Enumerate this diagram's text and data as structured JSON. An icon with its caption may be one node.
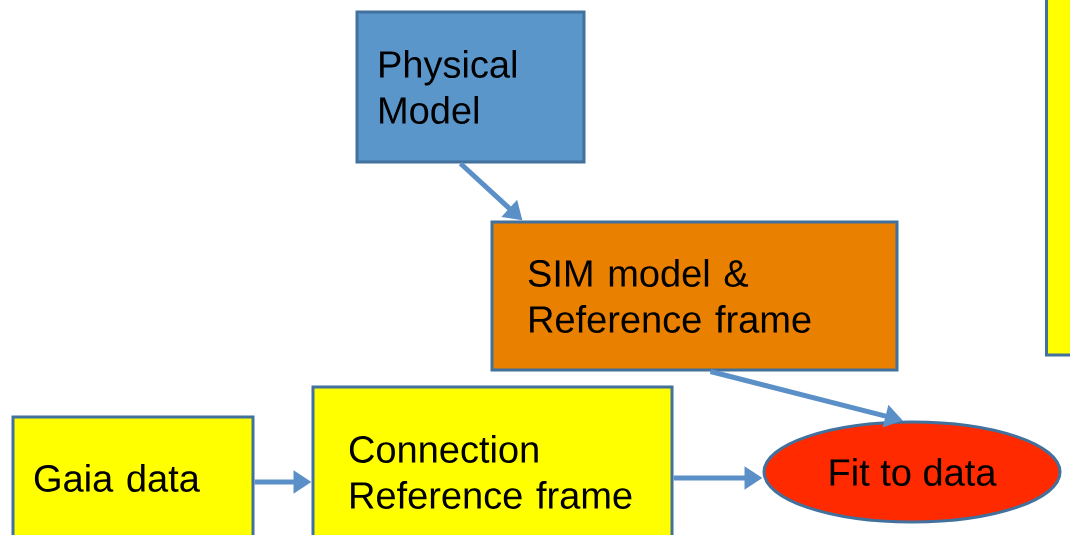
{
  "diagram": {
    "nodes": [
      {
        "text": [
          "Physical Model"
        ]
      },
      {
        "text": [
          "SIM model & Reference frame"
        ]
      },
      {
        "text": [
          "Gaia data"
        ]
      },
      {
        "text": [
          "Connection Reference frame"
        ]
      },
      {
        "text": [
          "Fit to data"
        ]
      },
      {
        "text": [],
        "shape": "box"
      }
    ],
    "edges": [
      {
        "from": 0,
        "to": 1,
        "arrow": "to"
      },
      {
        "from": 1,
        "to": 4,
        "arrow": "to"
      },
      {
        "from": 2,
        "to": 3,
        "arrow": "to"
      },
      {
        "from": 3,
        "to": 4,
        "arrow": "to"
      }
    ]
  }
}
